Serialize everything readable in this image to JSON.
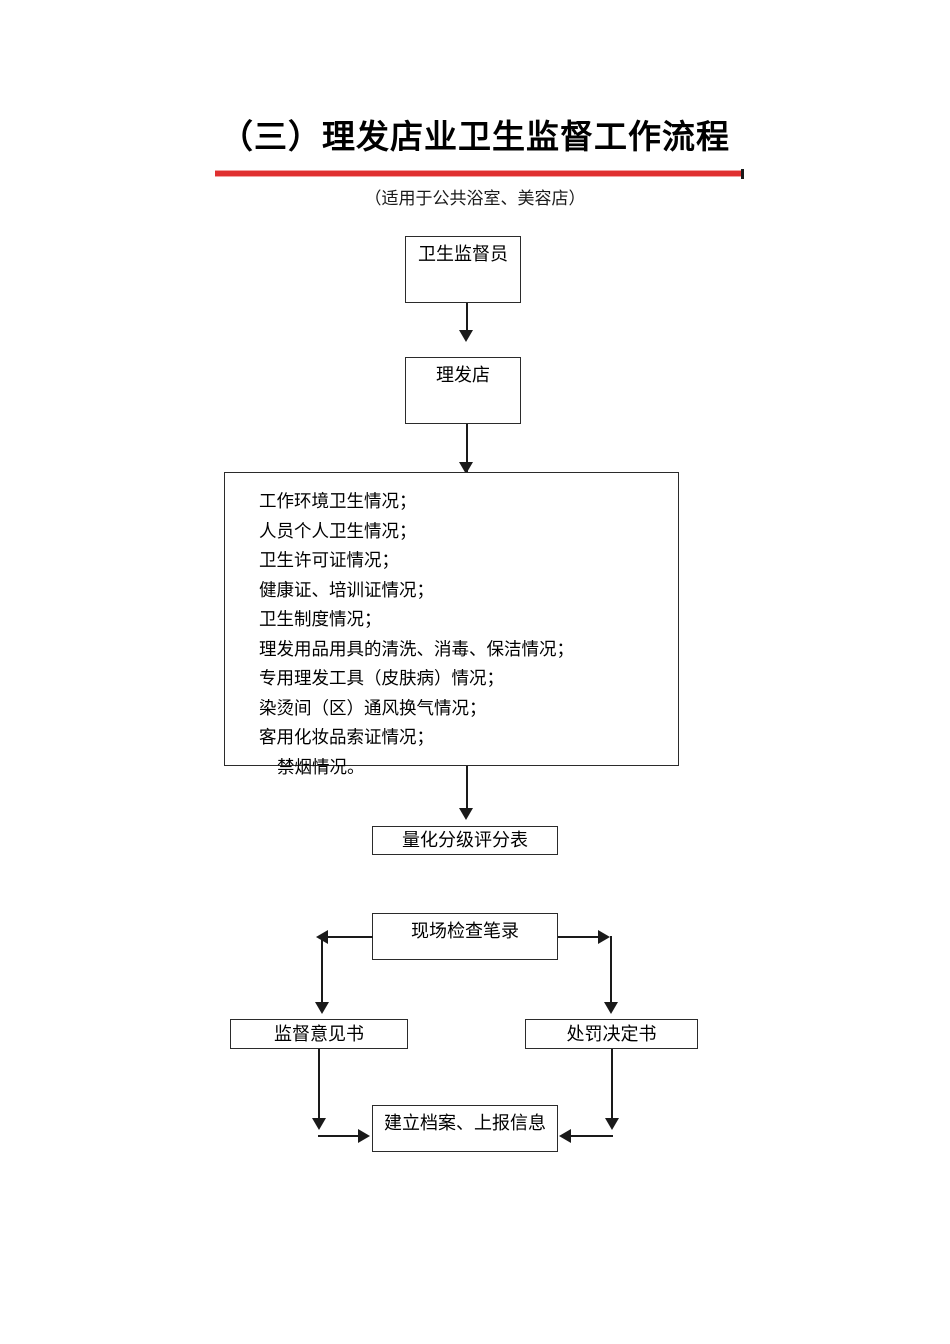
{
  "document": {
    "title": "（三）理发店业卫生监督工作流程",
    "subtitle": "（适用于公共浴室、美容店）",
    "accent_color": "#e03030",
    "line_color": "#1a1a1a"
  },
  "flowchart": {
    "nodes": {
      "inspector": {
        "label": "卫生监督员"
      },
      "barbershop": {
        "label": "理发店"
      },
      "score_sheet": {
        "label": "量化分级评分表"
      },
      "inspection_record": {
        "label": "现场检查笔录"
      },
      "supervision_opinion": {
        "label": "监督意见书"
      },
      "penalty_decision": {
        "label": "处罚决定书"
      },
      "archive_report": {
        "label": "建立档案、上报信息"
      }
    },
    "checklist": {
      "items": [
        "工作环境卫生情况；",
        "人员个人卫生情况；",
        "卫生许可证情况；",
        "健康证、培训证情况；",
        "卫生制度情况；",
        "理发用品用具的清洗、消毒、保洁情况；",
        "专用理发工具（皮肤病）情况；",
        "染烫间（区）通风换气情况；",
        "客用化妆品索证情况；",
        "禁烟情况。"
      ],
      "indented_last": true
    }
  }
}
